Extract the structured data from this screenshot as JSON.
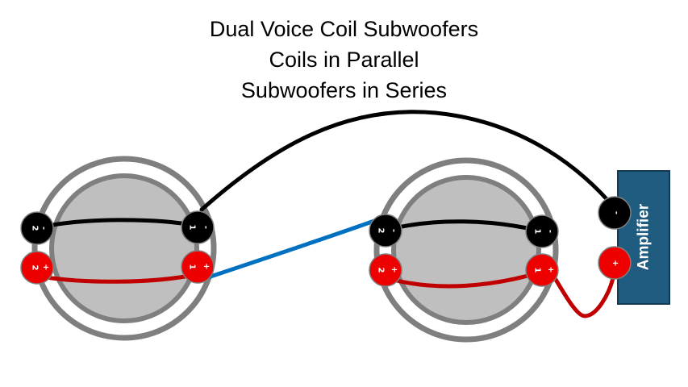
{
  "title": {
    "line1": "Dual Voice Coil Subwoofers",
    "line2": "Coils in Parallel",
    "line3": "Subwoofers in Series"
  },
  "subwoofer_left": {
    "coil2_negative": {
      "number": "2",
      "sign": "-"
    },
    "coil2_positive": {
      "number": "2",
      "sign": "+"
    },
    "coil1_negative": {
      "number": "1",
      "sign": "-"
    },
    "coil1_positive": {
      "number": "1",
      "sign": "+"
    }
  },
  "subwoofer_right": {
    "coil2_negative": {
      "number": "2",
      "sign": "-"
    },
    "coil2_positive": {
      "number": "2",
      "sign": "+"
    },
    "coil1_negative": {
      "number": "1",
      "sign": "-"
    },
    "coil1_positive": {
      "number": "1",
      "sign": "+"
    }
  },
  "amplifier": {
    "label": "Amplifier",
    "negative_sign": "-",
    "positive_sign": "+"
  },
  "colors": {
    "wire_negative": "#000000",
    "wire_positive": "#c00000",
    "wire_link": "#0070c0",
    "terminal_negative": "#000000",
    "terminal_positive": "#ee0000",
    "speaker_cone": "#bfbfbf",
    "speaker_ring": "#7f7f7f",
    "amplifier_fill": "#1f5c80"
  }
}
